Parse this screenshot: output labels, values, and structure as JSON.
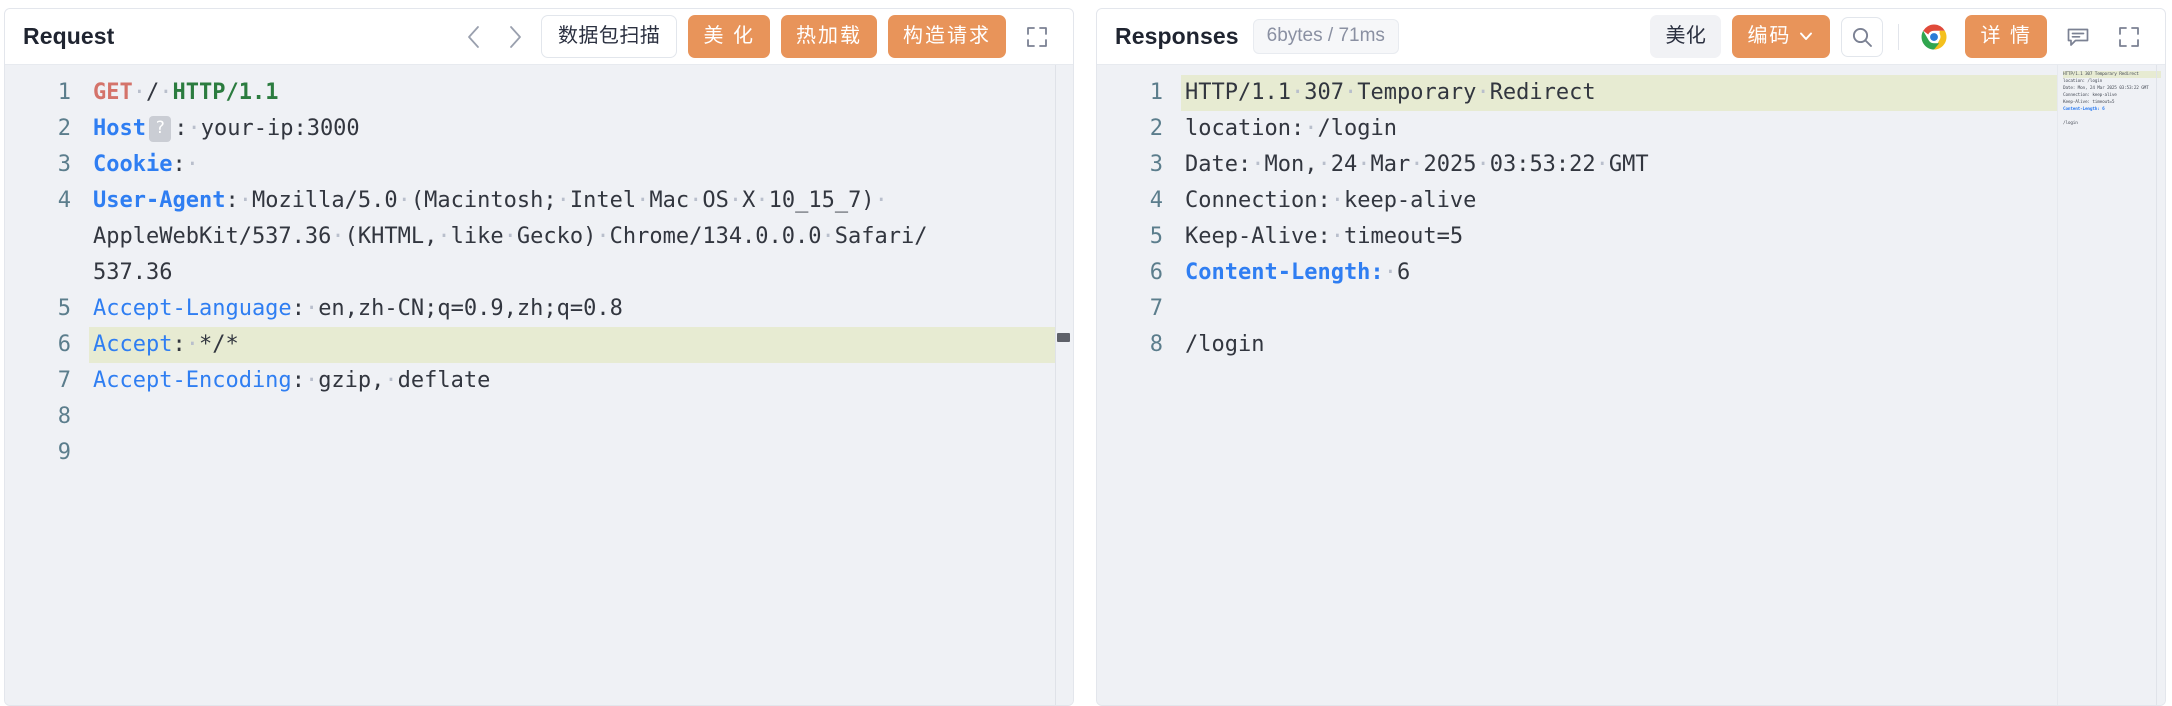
{
  "request": {
    "title": "Request",
    "toolbar": {
      "prev_icon": "chevron-left-icon",
      "next_icon": "chevron-right-icon",
      "scan_label": "数据包扫描",
      "beautify_label": "美 化",
      "hotreload_label": "热加载",
      "construct_label": "构造请求",
      "fullscreen_icon": "fullscreen-icon"
    },
    "line_numbers": [
      "1",
      "2",
      "3",
      "4",
      "",
      "",
      "5",
      "6",
      "7",
      "8",
      "9"
    ],
    "lines": [
      {
        "n": "1",
        "highlight": false,
        "segments": [
          {
            "text": "GET",
            "style": "method"
          },
          {
            "text": "·",
            "style": "dot"
          },
          {
            "text": "/",
            "style": "plain"
          },
          {
            "text": "·",
            "style": "dot"
          },
          {
            "text": "HTTP/1.1",
            "style": "proto"
          }
        ]
      },
      {
        "n": "2",
        "highlight": false,
        "segments": [
          {
            "text": "Host",
            "style": "header"
          },
          {
            "text": "?",
            "style": "badge"
          },
          {
            "text": ":",
            "style": "plain"
          },
          {
            "text": "·",
            "style": "dot"
          },
          {
            "text": "your-ip:3000",
            "style": "plain"
          }
        ]
      },
      {
        "n": "3",
        "highlight": false,
        "segments": [
          {
            "text": "Cookie",
            "style": "header"
          },
          {
            "text": ":",
            "style": "plain"
          },
          {
            "text": "·",
            "style": "dot"
          }
        ]
      },
      {
        "n": "4",
        "highlight": false,
        "segments": [
          {
            "text": "User-Agent",
            "style": "header"
          },
          {
            "text": ":",
            "style": "plain"
          },
          {
            "text": "·",
            "style": "dot"
          },
          {
            "text": "Mozilla/5.0",
            "style": "plain"
          },
          {
            "text": "·",
            "style": "dot"
          },
          {
            "text": "(Macintosh;",
            "style": "plain"
          },
          {
            "text": "·",
            "style": "dot"
          },
          {
            "text": "Intel",
            "style": "plain"
          },
          {
            "text": "·",
            "style": "dot"
          },
          {
            "text": "Mac",
            "style": "plain"
          },
          {
            "text": "·",
            "style": "dot"
          },
          {
            "text": "OS",
            "style": "plain"
          },
          {
            "text": "·",
            "style": "dot"
          },
          {
            "text": "X",
            "style": "plain"
          },
          {
            "text": "·",
            "style": "dot"
          },
          {
            "text": "10_15_7)",
            "style": "plain"
          },
          {
            "text": "·",
            "style": "dot"
          }
        ]
      },
      {
        "n": "",
        "highlight": false,
        "segments": [
          {
            "text": "AppleWebKit/537.36",
            "style": "plain"
          },
          {
            "text": "·",
            "style": "dot"
          },
          {
            "text": "(KHTML,",
            "style": "plain"
          },
          {
            "text": "·",
            "style": "dot"
          },
          {
            "text": "like",
            "style": "plain"
          },
          {
            "text": "·",
            "style": "dot"
          },
          {
            "text": "Gecko)",
            "style": "plain"
          },
          {
            "text": "·",
            "style": "dot"
          },
          {
            "text": "Chrome/134.0.0.0",
            "style": "plain"
          },
          {
            "text": "·",
            "style": "dot"
          },
          {
            "text": "Safari/",
            "style": "plain"
          }
        ]
      },
      {
        "n": "",
        "highlight": false,
        "segments": [
          {
            "text": "537.36",
            "style": "plain"
          }
        ]
      },
      {
        "n": "5",
        "highlight": false,
        "segments": [
          {
            "text": "Accept-Language",
            "style": "header-thin"
          },
          {
            "text": ":",
            "style": "plain"
          },
          {
            "text": "·",
            "style": "dot"
          },
          {
            "text": "en,zh-CN;q=0.9,zh;q=0.8",
            "style": "plain"
          }
        ]
      },
      {
        "n": "6",
        "highlight": true,
        "segments": [
          {
            "text": "Accept",
            "style": "header-thin"
          },
          {
            "text": ":",
            "style": "plain"
          },
          {
            "text": "·",
            "style": "dot"
          },
          {
            "text": "*/*",
            "style": "plain"
          }
        ]
      },
      {
        "n": "7",
        "highlight": false,
        "segments": [
          {
            "text": "Accept-Encoding",
            "style": "header-thin"
          },
          {
            "text": ":",
            "style": "plain"
          },
          {
            "text": "·",
            "style": "dot"
          },
          {
            "text": "gzip,",
            "style": "plain"
          },
          {
            "text": "·",
            "style": "dot"
          },
          {
            "text": "deflate",
            "style": "plain"
          }
        ]
      },
      {
        "n": "8",
        "highlight": false,
        "segments": []
      },
      {
        "n": "9",
        "highlight": false,
        "segments": []
      }
    ]
  },
  "response": {
    "title": "Responses",
    "size_badge": "6bytes / 71ms",
    "toolbar": {
      "beautify_label": "美化",
      "encode_label": "编码",
      "encode_chevron_icon": "chevron-down-icon",
      "search_icon": "search-icon",
      "chrome_icon": "chrome-icon",
      "detail_label": "详 情",
      "comment_icon": "comment-icon",
      "fullscreen_icon": "fullscreen-icon"
    },
    "line_numbers": [
      "1",
      "2",
      "3",
      "4",
      "5",
      "6",
      "7",
      "8"
    ],
    "lines": [
      {
        "n": "1",
        "highlight": true,
        "segments": [
          {
            "text": "HTTP/1.1",
            "style": "plain"
          },
          {
            "text": "·",
            "style": "dot"
          },
          {
            "text": "307",
            "style": "plain"
          },
          {
            "text": "·",
            "style": "dot"
          },
          {
            "text": "Temporary",
            "style": "plain"
          },
          {
            "text": "·",
            "style": "dot"
          },
          {
            "text": "Redirect",
            "style": "plain"
          }
        ]
      },
      {
        "n": "2",
        "highlight": false,
        "segments": [
          {
            "text": "location:",
            "style": "plain"
          },
          {
            "text": "·",
            "style": "dot"
          },
          {
            "text": "/login",
            "style": "plain"
          }
        ]
      },
      {
        "n": "3",
        "highlight": false,
        "segments": [
          {
            "text": "Date:",
            "style": "plain"
          },
          {
            "text": "·",
            "style": "dot"
          },
          {
            "text": "Mon,",
            "style": "plain"
          },
          {
            "text": "·",
            "style": "dot"
          },
          {
            "text": "24",
            "style": "plain"
          },
          {
            "text": "·",
            "style": "dot"
          },
          {
            "text": "Mar",
            "style": "plain"
          },
          {
            "text": "·",
            "style": "dot"
          },
          {
            "text": "2025",
            "style": "plain"
          },
          {
            "text": "·",
            "style": "dot"
          },
          {
            "text": "03:53:22",
            "style": "plain"
          },
          {
            "text": "·",
            "style": "dot"
          },
          {
            "text": "GMT",
            "style": "plain"
          }
        ]
      },
      {
        "n": "4",
        "highlight": false,
        "segments": [
          {
            "text": "Connection:",
            "style": "plain"
          },
          {
            "text": "·",
            "style": "dot"
          },
          {
            "text": "keep-alive",
            "style": "plain"
          }
        ]
      },
      {
        "n": "5",
        "highlight": false,
        "segments": [
          {
            "text": "Keep-Alive:",
            "style": "plain"
          },
          {
            "text": "·",
            "style": "dot"
          },
          {
            "text": "timeout=5",
            "style": "plain"
          }
        ]
      },
      {
        "n": "6",
        "highlight": false,
        "segments": [
          {
            "text": "Content-Length:",
            "style": "header"
          },
          {
            "text": "·",
            "style": "dot"
          },
          {
            "text": "6",
            "style": "plain"
          }
        ]
      },
      {
        "n": "7",
        "highlight": false,
        "segments": []
      },
      {
        "n": "8",
        "highlight": false,
        "segments": [
          {
            "text": "/login",
            "style": "plain"
          }
        ]
      }
    ],
    "minimap_lines": [
      {
        "text": "HTTP/1.1 307 Temporary Redirect",
        "highlight": true,
        "blue": false
      },
      {
        "text": "location: /login",
        "highlight": false,
        "blue": false
      },
      {
        "text": "Date: Mon, 24 Mar 2025 03:53:22 GMT",
        "highlight": false,
        "blue": false
      },
      {
        "text": "Connection: keep-alive",
        "highlight": false,
        "blue": false
      },
      {
        "text": "Keep-Alive: timeout=5",
        "highlight": false,
        "blue": false
      },
      {
        "text": "Content-Length: 6",
        "highlight": false,
        "blue": true
      },
      {
        "text": "",
        "highlight": false,
        "blue": false
      },
      {
        "text": "/login",
        "highlight": false,
        "blue": false
      }
    ]
  },
  "colors": {
    "accent_orange": "#e8945a",
    "editor_bg": "#eff1f5",
    "highlight_line": "#e7ebd2",
    "header_blue": "#2f7ef2",
    "method_red": "#d4736a",
    "proto_green": "#2b7c3f",
    "gutter_text": "#5b7d8c"
  }
}
